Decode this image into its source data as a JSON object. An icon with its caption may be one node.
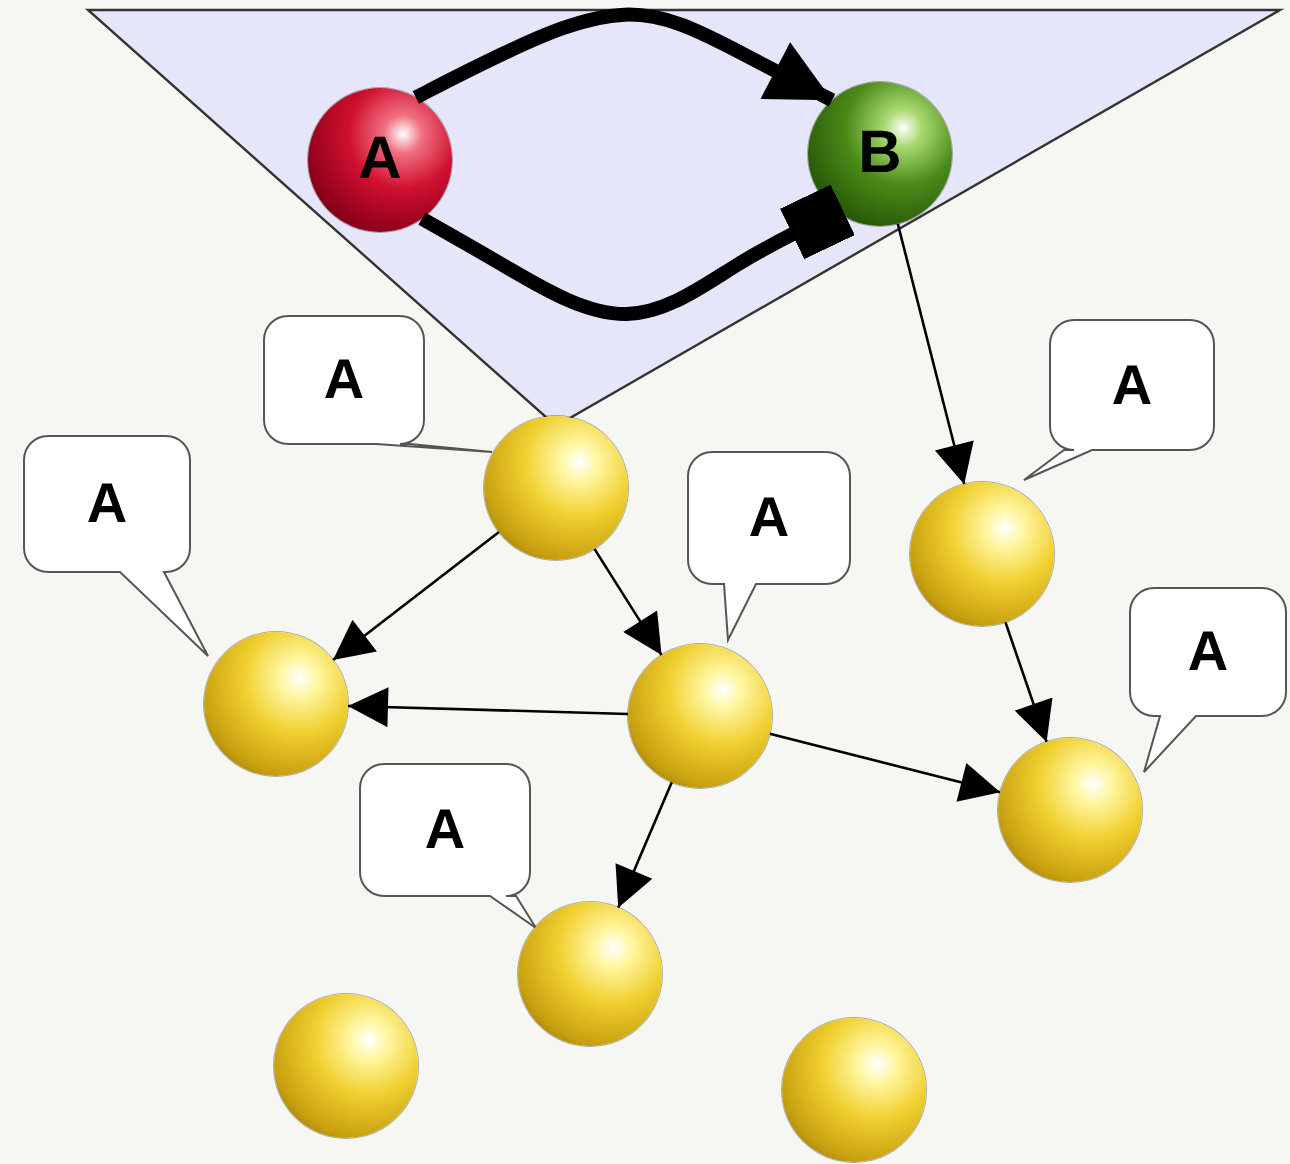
{
  "diagram": {
    "nodes": [
      {
        "text": [],
        "shape": "triangle"
      },
      {
        "text": [
          "A"
        ],
        "in": 0
      },
      {
        "text": [
          "B"
        ],
        "in": 0
      },
      {
        "text": [
          "A"
        ]
      },
      {
        "text": [
          "A"
        ]
      },
      {
        "text": [
          "A"
        ]
      },
      {
        "text": [
          "A"
        ]
      },
      {
        "text": [],
        "shape": "circle"
      },
      {
        "text": [],
        "shape": "circle"
      },
      {
        "text": [
          "A"
        ]
      },
      {
        "text": [],
        "shape": "circle"
      },
      {
        "text": [],
        "shape": "circle"
      },
      {
        "text": [
          "A"
        ]
      },
      {
        "text": [],
        "shape": "circle"
      },
      {
        "text": [],
        "shape": "circle"
      },
      {
        "text": [],
        "shape": "circle"
      },
      {
        "text": [],
        "shape": "circle"
      }
    ],
    "edges": [
      {
        "from": 1,
        "to": 2,
        "arrow": "to",
        "style": "thick"
      },
      {
        "from": 1,
        "to": 2,
        "arrow": "other",
        "style": "thick"
      },
      {
        "from": 2,
        "to": 8,
        "arrow": "to"
      },
      {
        "from": 7,
        "to": 10,
        "arrow": "to"
      },
      {
        "from": 7,
        "to": 11,
        "arrow": "to"
      },
      {
        "from": 11,
        "to": 10,
        "arrow": "to"
      },
      {
        "from": 11,
        "to": 14,
        "arrow": "to"
      },
      {
        "from": 11,
        "to": 13,
        "arrow": "to"
      },
      {
        "from": 8,
        "to": 13,
        "arrow": "to"
      }
    ]
  }
}
